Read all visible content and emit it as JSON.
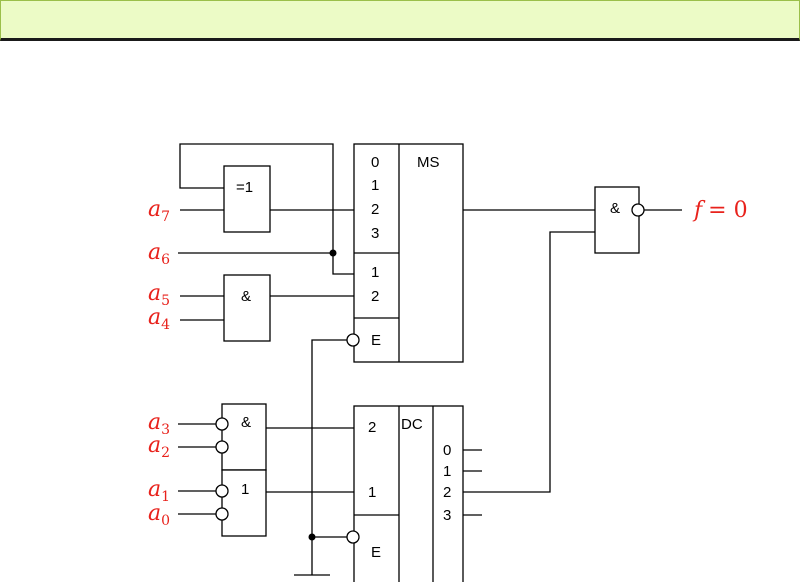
{
  "title_bar": {
    "text": ""
  },
  "gates": {
    "xor": "=1",
    "and_a5a4": "&",
    "and_a3a2": "&",
    "or_a1a0": "1",
    "nand_out": "&"
  },
  "mux": {
    "function": "MS",
    "data_inputs": [
      "0",
      "1",
      "2",
      "3"
    ],
    "address_inputs": [
      "1",
      "2"
    ],
    "enable": "E"
  },
  "decoder": {
    "function": "DC",
    "address_inputs": [
      "2",
      "1"
    ],
    "enable": "E",
    "outputs": [
      "0",
      "1",
      "2",
      "3"
    ]
  },
  "signals": [
    {
      "name": "a",
      "sub": "7"
    },
    {
      "name": "a",
      "sub": "6"
    },
    {
      "name": "a",
      "sub": "5"
    },
    {
      "name": "a",
      "sub": "4"
    },
    {
      "name": "a",
      "sub": "3"
    },
    {
      "name": "a",
      "sub": "2"
    },
    {
      "name": "a",
      "sub": "1"
    },
    {
      "name": "a",
      "sub": "0"
    }
  ],
  "output": {
    "name": "f",
    "value": "= 0"
  }
}
